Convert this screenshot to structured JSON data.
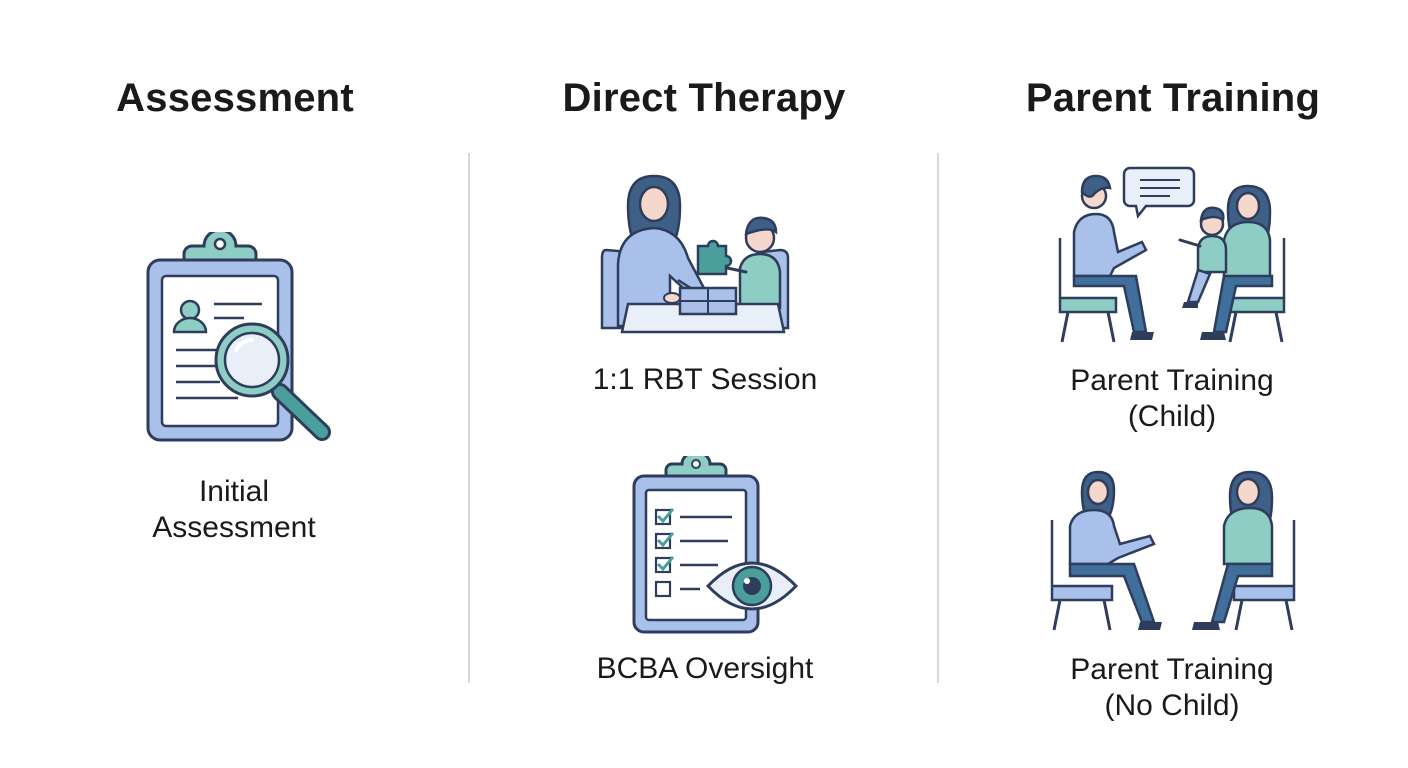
{
  "columns": [
    {
      "title": "Assessment",
      "items": [
        {
          "label_lines": [
            "Initial",
            "Assessment"
          ],
          "icon": "clipboard-magnifier-icon"
        }
      ]
    },
    {
      "title": "Direct Therapy",
      "items": [
        {
          "label_lines": [
            "1:1 RBT Session"
          ],
          "icon": "therapist-child-puzzle-icon"
        },
        {
          "label_lines": [
            "BCBA Oversight"
          ],
          "icon": "checklist-eye-icon"
        }
      ]
    },
    {
      "title": "Parent Training",
      "items": [
        {
          "label_lines": [
            "Parent Training",
            "(Child)"
          ],
          "icon": "parent-child-consult-icon"
        },
        {
          "label_lines": [
            "Parent Training",
            "(No Child)"
          ],
          "icon": "parent-consult-icon"
        }
      ]
    }
  ],
  "colors": {
    "outline": "#2e3d5c",
    "blue_fill": "#a9c0ea",
    "blue_light": "#e9eff9",
    "teal_fill": "#8dcdc4",
    "teal_dark": "#4a9f9c",
    "skin": "#f5d7cb",
    "hair": "#3e5f86",
    "denim": "#3f6f9a"
  }
}
